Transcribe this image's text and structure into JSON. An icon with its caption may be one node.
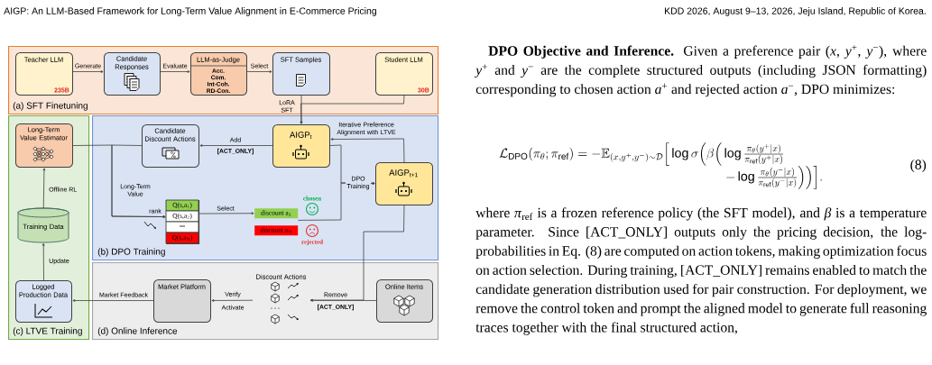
{
  "diagram": {
    "nodes": [
      {
        "text": [
          "(a) SFT Finetuning"
        ]
      },
      {
        "text": [
          "Teacher LLM",
          "235B"
        ],
        "in": 0
      },
      {
        "text": [
          "Candidate Responses"
        ],
        "in": 0
      },
      {
        "text": [
          "LLM-as-Judge",
          "Acc. Com. Int-Coh. RD-Con."
        ],
        "in": 0
      },
      {
        "text": [
          "SFT Samples"
        ],
        "in": 0
      },
      {
        "text": [
          "Student LLM",
          "30B"
        ],
        "in": 0
      },
      {
        "text": [
          "(c) LTVE Training"
        ]
      },
      {
        "text": [
          "Long-Term Value Estimator"
        ],
        "in": 6
      },
      {
        "text": [
          "Training Data"
        ],
        "in": 6
      },
      {
        "text": [
          "Logged Production Data"
        ],
        "in": 6
      },
      {
        "text": [
          "(b) DPO Training"
        ]
      },
      {
        "text": [
          "Candidate Discount Actions"
        ],
        "in": 10
      },
      {
        "text": [
          "AIGP$_{t}$"
        ],
        "in": 10
      },
      {
        "text": [
          "AIGP$_{t+1}$"
        ],
        "in": 10
      },
      {
        "text": [
          "Q(s,a$_{1}$)",
          "Q(s,a$_{2}$)",
          "...",
          "Q(s,a$_{N}$)"
        ],
        "in": 10
      },
      {
        "text": [
          "discount a$_{1}$"
        ],
        "in": 10
      },
      {
        "text": [
          "discount a$_{N}$"
        ],
        "in": 10
      },
      {
        "text": [
          "(d) Online Inference"
        ]
      },
      {
        "text": [
          "Market Platform"
        ],
        "in": 17
      },
      {
        "text": [
          "Discount Actions"
        ],
        "in": 17
      },
      {
        "text": [
          "Online Items"
        ],
        "in": 17
      }
    ],
    "edges": [
      {
        "from": 1,
        "to": 2,
        "arrow": "to",
        "label": "Generate"
      },
      {
        "from": 2,
        "to": 3,
        "arrow": "to",
        "label": "Evaluate"
      },
      {
        "from": 3,
        "to": 4,
        "arrow": "to",
        "label": "Select"
      },
      {
        "from": 4,
        "to": 12,
        "arrow": "to",
        "label": "LoRA SFT"
      },
      {
        "from": 5,
        "to": 12,
        "arrow": "to"
      },
      {
        "from": 8,
        "to": 7,
        "arrow": "to",
        "label": "Offline RL"
      },
      {
        "from": 9,
        "to": 8,
        "arrow": "to",
        "label": "Update"
      },
      {
        "from": 12,
        "to": 11,
        "arrow": "to",
        "label": "Add"
      },
      {
        "from": 7,
        "to": 14,
        "arrow": "to",
        "label": "rank"
      },
      {
        "from": 11,
        "to": 14,
        "arrow": "to"
      },
      {
        "from": 14,
        "to": 15,
        "arrow": "to",
        "label": "Select"
      },
      {
        "from": 12,
        "to": 13,
        "arrow": "to",
        "label": "DPO Training"
      },
      {
        "from": 15,
        "to": 13,
        "arrow": "to"
      },
      {
        "from": 13,
        "to": 12,
        "arrow": "to",
        "label": "Iterative Preference Alignment with LTVE"
      },
      {
        "from": 13,
        "to": 19,
        "arrow": "to"
      },
      {
        "from": 20,
        "to": 19,
        "arrow": "to",
        "label": "Remove"
      },
      {
        "from": 19,
        "to": 18,
        "arrow": "to",
        "label": "Verify"
      },
      {
        "from": 18,
        "to": 9,
        "arrow": "to",
        "label": "Market Feedback"
      }
    ],
    "labels": [
      "AIGP: An LLM-Based Framework for Long-Term Value Alignment in E-Commerce Pricing",
      "KDD 2026, August 9–13, 2026, Jeju Island, Republic of Korea.",
      "[ACT_ONLY]",
      "Long-Term Value",
      "chosen",
      "rejected",
      "[ACT_ONLY]",
      "Activate",
      "**DPO Objective and Inference.** Given a preference pair (*x*, *y*$^{+}$, *y*$^{−}$), where *y*$^{+}$ and *y*$^{−}$ are the complete structured outputs (including JSON formatting) corresponding to chosen action *a*$^{+}$ and rejected action *a*$^{−}$, DPO minimizes:",
      "\\begin{array}{@{}r@{}}\\mathcal{L}_{\\mathrm{DPO}}(\\pi_\\theta;\\pi_{\\mathrm{ref}}) = -\\mathbb{E}_{(x,y^+,y^-)\\sim\\mathcal{D}}\\Big[\\log\\sigma\\Big(\\beta\\Big(\\log\\frac{\\pi_\\theta(y^+|x)}{\\pi_{\\mathrm{ref}}(y^+|x)}\\qquad\\quad\\\\[4pt] -\\log\\frac{\\pi_\\theta(y^-|x)}{\\pi_{\\mathrm{ref}}(y^-|x)}\\Big)\\Big)\\Big].\\end{array}",
      "(8)",
      "where *π*$_{ref}$ is a frozen reference policy (the SFT model), and *β* is a temperature parameter. Since [ACT_ONLY] outputs only the pricing decision, the log-probabilities in Eq. (8) are computed on action tokens, making optimization focus on action selection. During training, [ACT_ONLY] remains enabled to match the candidate generation distribution used for pair construction. For deployment, we remove the control token and prompt the aligned model to generate full reasoning traces together with the final structured action,"
    ]
  }
}
